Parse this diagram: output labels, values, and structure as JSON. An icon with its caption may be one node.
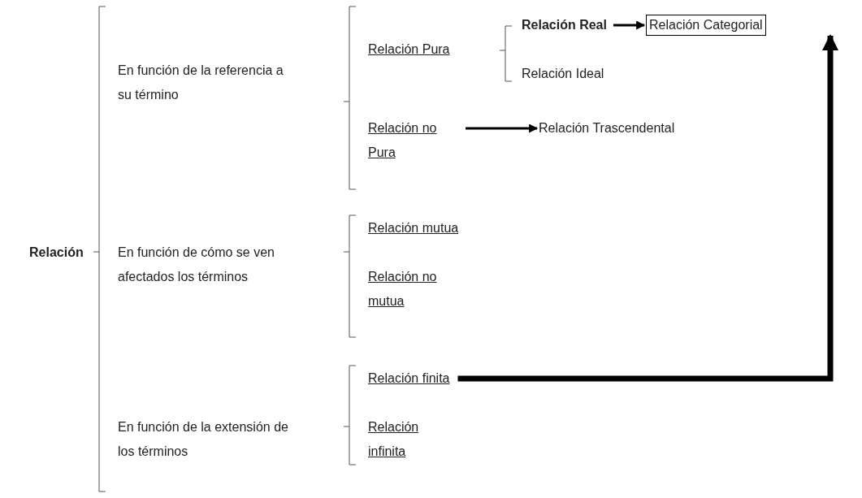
{
  "diagram": {
    "nodes": [
      {
        "text": [
          "Relación"
        ]
      },
      {
        "text": [
          "En función de la referencia a su término"
        ]
      },
      {
        "text": [
          "Relación Pura"
        ]
      },
      {
        "text": [
          "Relación Real"
        ]
      },
      {
        "text": [
          "Relación Categorial"
        ]
      },
      {
        "text": [
          "Relación Ideal"
        ]
      },
      {
        "text": [
          "Relación no Pura"
        ]
      },
      {
        "text": [
          "Relación Trascendental"
        ]
      },
      {
        "text": [
          "En función de cómo se ven afectados los términos"
        ]
      },
      {
        "text": [
          "Relación mutua"
        ]
      },
      {
        "text": [
          "Relación no mutua"
        ]
      },
      {
        "text": [
          "En función de la extensión de los términos"
        ]
      },
      {
        "text": [
          "Relación finita"
        ]
      },
      {
        "text": [
          "Relación infinita"
        ]
      }
    ],
    "edges": [
      {
        "from": 3,
        "to": 4,
        "arrow": "to"
      },
      {
        "from": 6,
        "to": 7,
        "arrow": "to"
      },
      {
        "from": 12,
        "to": 4,
        "arrow": "to",
        "style": "thick"
      }
    ]
  }
}
